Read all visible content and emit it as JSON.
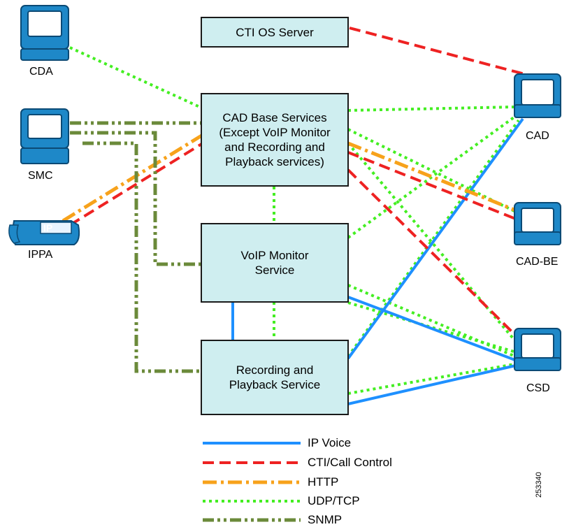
{
  "nodes": {
    "cti_os_server": "CTI OS Server",
    "cad_base": "CAD Base Services\n(Except VoIP Monitor\nand Recording and\nPlayback services)",
    "voip_monitor": "VoIP Monitor\nService",
    "recording": "Recording and\nPlayback Service"
  },
  "endpoints": {
    "cda": "CDA",
    "smc": "SMC",
    "ippa": "IPPA",
    "ip_badge": "IP",
    "cad": "CAD",
    "cad_be": "CAD-BE",
    "csd": "CSD"
  },
  "legend": [
    {
      "key": "ip_voice",
      "label": "IP Voice",
      "color": "#1e90ff",
      "style": "solid"
    },
    {
      "key": "cti",
      "label": "CTI/Call Control",
      "color": "#ee2222",
      "style": "dashed"
    },
    {
      "key": "http",
      "label": "HTTP",
      "color": "#f7a21b",
      "style": "dash-dot"
    },
    {
      "key": "udp",
      "label": "UDP/TCP",
      "color": "#44ee22",
      "style": "dotted"
    },
    {
      "key": "snmp",
      "label": "SNMP",
      "color": "#6b8a3a",
      "style": "dash-dot-dot"
    }
  ],
  "figure_id": "253340"
}
